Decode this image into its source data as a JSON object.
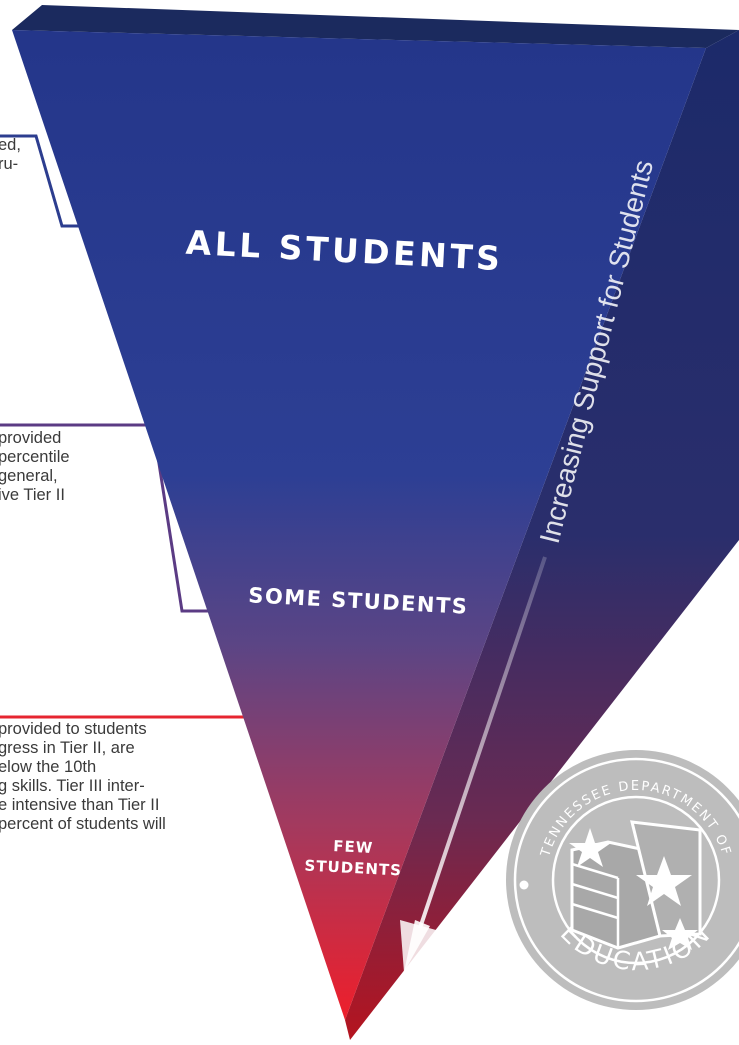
{
  "tiers": [
    {
      "label": "ALL STUDENTS",
      "callout_lines": [
        "ed,",
        "ru-"
      ]
    },
    {
      "label": "SOME STUDENTS",
      "callout_lines": [
        "provided",
        "percentile",
        "general,",
        "ive Tier II"
      ]
    },
    {
      "label": "FEW STUDENTS",
      "label_lines": [
        "FEW",
        "STUDENTS"
      ],
      "callout_lines": [
        "provided to students",
        "gress in Tier II, are",
        "elow the 10th",
        "g skills. Tier III inter-",
        "e intensive than Tier II",
        "percent of students will"
      ]
    }
  ],
  "side_text": "Increasing Support for Students",
  "seal": {
    "top_text": "TENNESSEE DEPARTMENT OF",
    "bottom_text": "EDUCATION"
  },
  "colors": {
    "top": "#26398c",
    "middle": "#4a4c8f",
    "lower": "#8a3a6a",
    "bottom": "#e8212e",
    "tier1_line": "#2c3d8f",
    "tier2_line": "#5b3b84",
    "tier3_line": "#e62530",
    "seal": "#bdbdbd"
  }
}
